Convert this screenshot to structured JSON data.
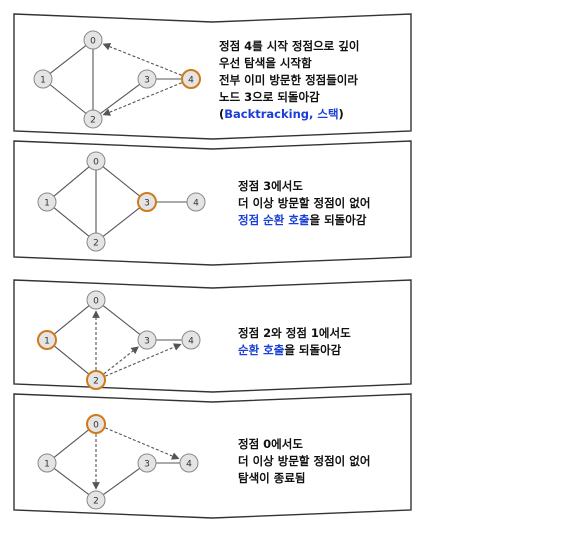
{
  "colors": {
    "node_fill": "#e4e4e4",
    "node_stroke": "#888888",
    "highlight_stroke": "#d07a1e",
    "edge": "#555555",
    "panel_border": "#333333",
    "caption_text": "#111111",
    "caption_accent": "#1a3fd6"
  },
  "panels": [
    {
      "node_labels": [
        "0",
        "1",
        "2",
        "3",
        "4"
      ],
      "highlight": "4",
      "edges": [
        [
          "0",
          "1"
        ],
        [
          "0",
          "2"
        ],
        [
          "1",
          "2"
        ],
        [
          "2",
          "3"
        ],
        [
          "3",
          "4"
        ]
      ],
      "arrows": [
        [
          "4",
          "0"
        ],
        [
          "4",
          "2"
        ]
      ],
      "caption": {
        "line1": "정점 4를 시작 정점으로 깊이",
        "line2": "우선 탐색을 시작함",
        "line3": "전부 이미 방문한 정점들이라",
        "line4": "노드 3으로 되돌아감",
        "line5_pre": "(",
        "line5_blue": "Backtracking, 스택",
        "line5_post": ")"
      }
    },
    {
      "node_labels": [
        "0",
        "1",
        "2",
        "3",
        "4"
      ],
      "highlight": "3",
      "edges": [
        [
          "0",
          "1"
        ],
        [
          "0",
          "2"
        ],
        [
          "1",
          "2"
        ],
        [
          "2",
          "3"
        ],
        [
          "0",
          "3"
        ],
        [
          "3",
          "4"
        ]
      ],
      "arrows": [],
      "caption": {
        "line1": "정점 3에서도",
        "line2": "더 이상 방문할 정점이 없어",
        "line3_blue": "정점 순환 호출",
        "line3_post": "을 되돌아감"
      }
    },
    {
      "node_labels": [
        "0",
        "1",
        "2",
        "3",
        "4"
      ],
      "highlight": [
        "1",
        "2"
      ],
      "edges": [
        [
          "0",
          "1"
        ],
        [
          "1",
          "2"
        ],
        [
          "0",
          "3"
        ],
        [
          "3",
          "4"
        ]
      ],
      "arrows": [
        [
          "2",
          "0"
        ],
        [
          "2",
          "3"
        ],
        [
          "2",
          "4"
        ]
      ],
      "caption": {
        "line1": "정점 2와 정점 1에서도",
        "line2_blue": "순환 호출",
        "line2_post": "을 되돌아감"
      }
    },
    {
      "node_labels": [
        "0",
        "1",
        "2",
        "3",
        "4"
      ],
      "highlight": "0",
      "edges": [
        [
          "0",
          "1"
        ],
        [
          "1",
          "2"
        ],
        [
          "2",
          "3"
        ],
        [
          "3",
          "4"
        ]
      ],
      "arrows": [
        [
          "0",
          "2"
        ],
        [
          "0",
          "4"
        ]
      ],
      "caption": {
        "line1": "정점 0에서도",
        "line2": "더 이상 방문할 정점이 없어",
        "line3": "탐색이 종료됨"
      }
    }
  ]
}
